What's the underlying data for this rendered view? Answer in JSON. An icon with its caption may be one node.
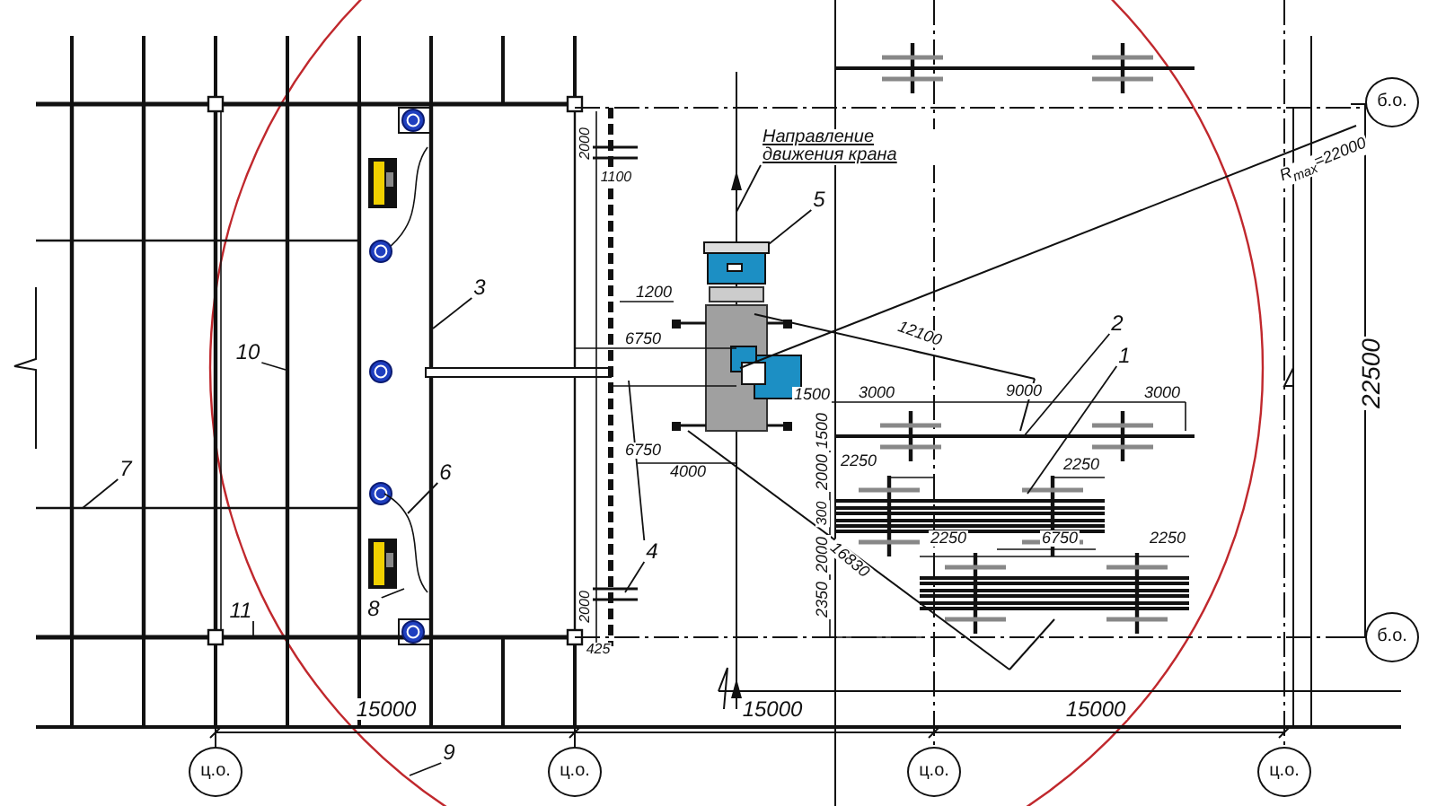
{
  "diagram": {
    "nodes": [
      {
        "text": [
          "Направление движения крана"
        ]
      },
      {
        "text": [
          "5"
        ]
      },
      {
        "text": [
          "3"
        ]
      },
      {
        "text": [
          "10"
        ]
      },
      {
        "text": [
          "7"
        ]
      },
      {
        "text": [
          "6"
        ]
      },
      {
        "text": [
          "8"
        ]
      },
      {
        "text": [
          "11"
        ]
      },
      {
        "text": [
          "9"
        ]
      },
      {
        "text": [
          "4"
        ]
      },
      {
        "text": [
          "2"
        ]
      },
      {
        "text": [
          "1"
        ]
      },
      {
        "text": [],
        "shape": "arrow"
      },
      {
        "text": [],
        "shape": "line"
      },
      {
        "text": [],
        "shape": "picture"
      }
    ],
    "edges": [
      {
        "from": 0,
        "to": 12,
        "arrow": "none"
      },
      {
        "from": 1,
        "to": 14,
        "arrow": "none"
      },
      {
        "from": 2,
        "to": null,
        "arrow": "none"
      },
      {
        "from": 3,
        "to": null,
        "arrow": "none"
      },
      {
        "from": 4,
        "to": null,
        "arrow": "none"
      },
      {
        "from": 5,
        "to": 13,
        "arrow": "none"
      },
      {
        "from": 6,
        "to": 13,
        "arrow": "none"
      },
      {
        "from": 7,
        "to": null,
        "arrow": "none"
      },
      {
        "from": 8,
        "to": null,
        "arrow": "none"
      },
      {
        "from": 9,
        "to": null,
        "arrow": "none"
      },
      {
        "from": 9,
        "to": null,
        "arrow": "none"
      },
      {
        "from": 10,
        "to": null,
        "arrow": "none"
      },
      {
        "from": 11,
        "to": null,
        "arrow": "none"
      }
    ],
    "labels": [
      "б.о.",
      "2000",
      "1100",
      "R$_{max}$=22000",
      "22500",
      "1200",
      "6750",
      "12100",
      "1500",
      "3000",
      "9000",
      "3000",
      "6750",
      "4000",
      "1500",
      "2250",
      "2000",
      "2250",
      "300",
      "2000",
      "16830",
      "2250",
      "6750",
      "2250",
      "2350",
      "б.о.",
      "2000",
      "425",
      "15000",
      "15000",
      "15000",
      "ц.о.",
      "ц.о.",
      "ц.о.",
      "ц.о."
    ]
  }
}
